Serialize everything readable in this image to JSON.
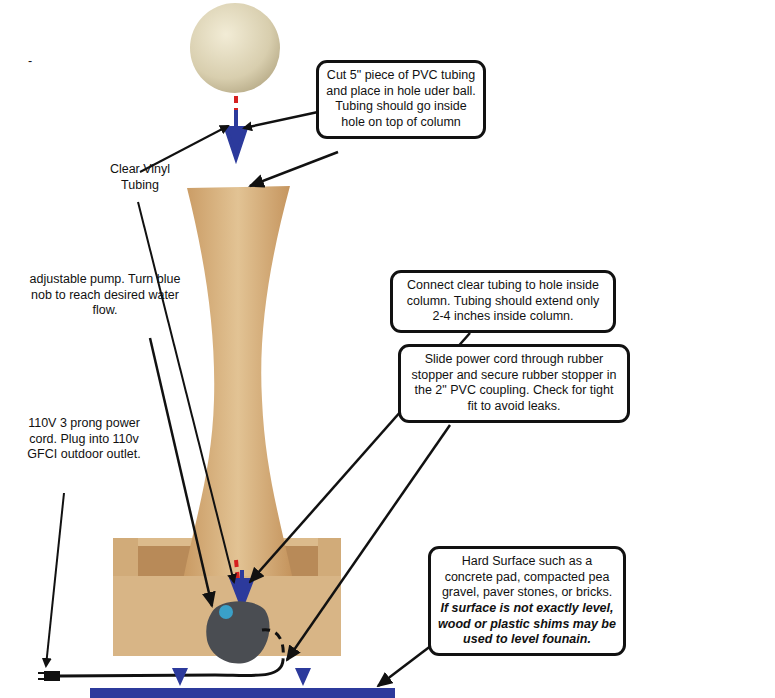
{
  "diagram": {
    "nodes": [
      {
        "text": [
          "Cut 5\" piece of PVC tubing and place in hole uder ball. Tubing should go inside hole on top of column"
        ]
      },
      {
        "text": [
          "Connect clear tubing to hole inside column. Tubing should extend only 2-4 inches inside column."
        ]
      },
      {
        "text": [
          "Slide power cord through rubber stopper and secure rubber stopper in the 2\" PVC coupling. Check for tight fit to avoid leaks."
        ]
      },
      {
        "text": [
          "Hard Surface such as a concrete pad, compacted pea gravel, paver stones, or bricks.",
          "If surface is not exactly level, wood or plastic shims may be used to level founain."
        ]
      }
    ],
    "labels": [
      "-",
      "Clear Vinyl Tubing",
      "adjustable pump. Turn blue nob to reach desired water flow.",
      "110V 3 prong power cord. Plug into 110v GFCI outdoor outlet."
    ]
  }
}
